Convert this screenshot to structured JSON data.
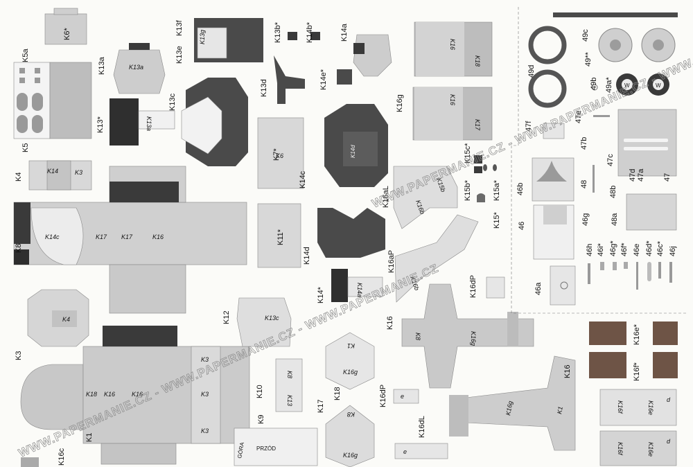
{
  "watermark": "WWW.PAPERMANIE.CZ - WWW.PAPERMANIE.CZ - WWW.PAPERMANIE.CZ",
  "colors": {
    "light_grey": "#cfcfcf",
    "mid_grey": "#a8a8a8",
    "dark_grey": "#4a4a4a",
    "brown": "#6e5446",
    "paper": "#fbfbf8"
  },
  "labels": {
    "K6s": "K6*",
    "K5a": "K5a",
    "K5": "K5",
    "K4": "K4",
    "K8": "K8",
    "K3": "K3",
    "K1": "K1",
    "K16c": "K16c",
    "K13a": "K13a",
    "K13s": "K13*",
    "K13e": "K13e",
    "K13f": "K13f",
    "K13c": "K13c",
    "K12": "K12",
    "K13bs": "K13b*",
    "K14bs": "K14b*",
    "K14a": "K14a",
    "K13d": "K13d",
    "K14es": "K14e*",
    "K7s": "K7*",
    "K14c": "K14c",
    "K11s": "K11*",
    "K14d": "K14d",
    "K14s": "K14*",
    "K10": "K10",
    "K9": "K9",
    "K18": "K18",
    "K16dP": "K16dP",
    "K17": "K17",
    "K16dL": "K16dL",
    "K16g": "K16g",
    "K15cs": "K15c*",
    "K15bs": "K15b*",
    "K15as": "K15a*",
    "K15s": "K15*",
    "K16aL": "K16aL",
    "K16aP": "K16aP",
    "K16": "K16",
    "K16b": "K16b",
    "K16es": "K16e*",
    "K16fs": "K16f*",
    "n49d": "49d",
    "n49c": "49c",
    "n49ss": "49**",
    "n49b": "49b",
    "n49as": "49a*",
    "n47f": "47f",
    "n47e": "47e",
    "n47b": "47b",
    "n47c": "47c",
    "n47d": "47d",
    "n47a": "47a",
    "n47": "47",
    "n46b": "46b",
    "n48": "48",
    "n48b": "48b",
    "n46": "46",
    "n46g": "46g",
    "n48a": "48a",
    "n46h": "46h",
    "n46is": "46i*",
    "n46gs": "46g*",
    "n46fs": "46f*",
    "n46e": "46e",
    "n46ds": "46d*",
    "n46cs": "46c*",
    "n46j": "46j",
    "n46a": "46a"
  },
  "part_labels": {
    "K6": "K6",
    "K14": "K14",
    "K3": "K3",
    "K14c": "K14c",
    "K17": "K17",
    "K16": "K16",
    "K4": "K4",
    "K18": "K18",
    "K13g": "K13g",
    "K13a": "K13a",
    "K13c": "K13c",
    "K14d": "K14d",
    "K1": "K1",
    "K8": "K8",
    "K16g": "K16g",
    "K13": "K13",
    "K16b": "K16b",
    "K15b": "K15b",
    "K14a": "K14a",
    "d": "d",
    "e": "e",
    "K16f": "K16f",
    "K16e": "K16e",
    "W": "W",
    "GORA": "GÓRA",
    "PRZOD": "PRZÓD"
  }
}
